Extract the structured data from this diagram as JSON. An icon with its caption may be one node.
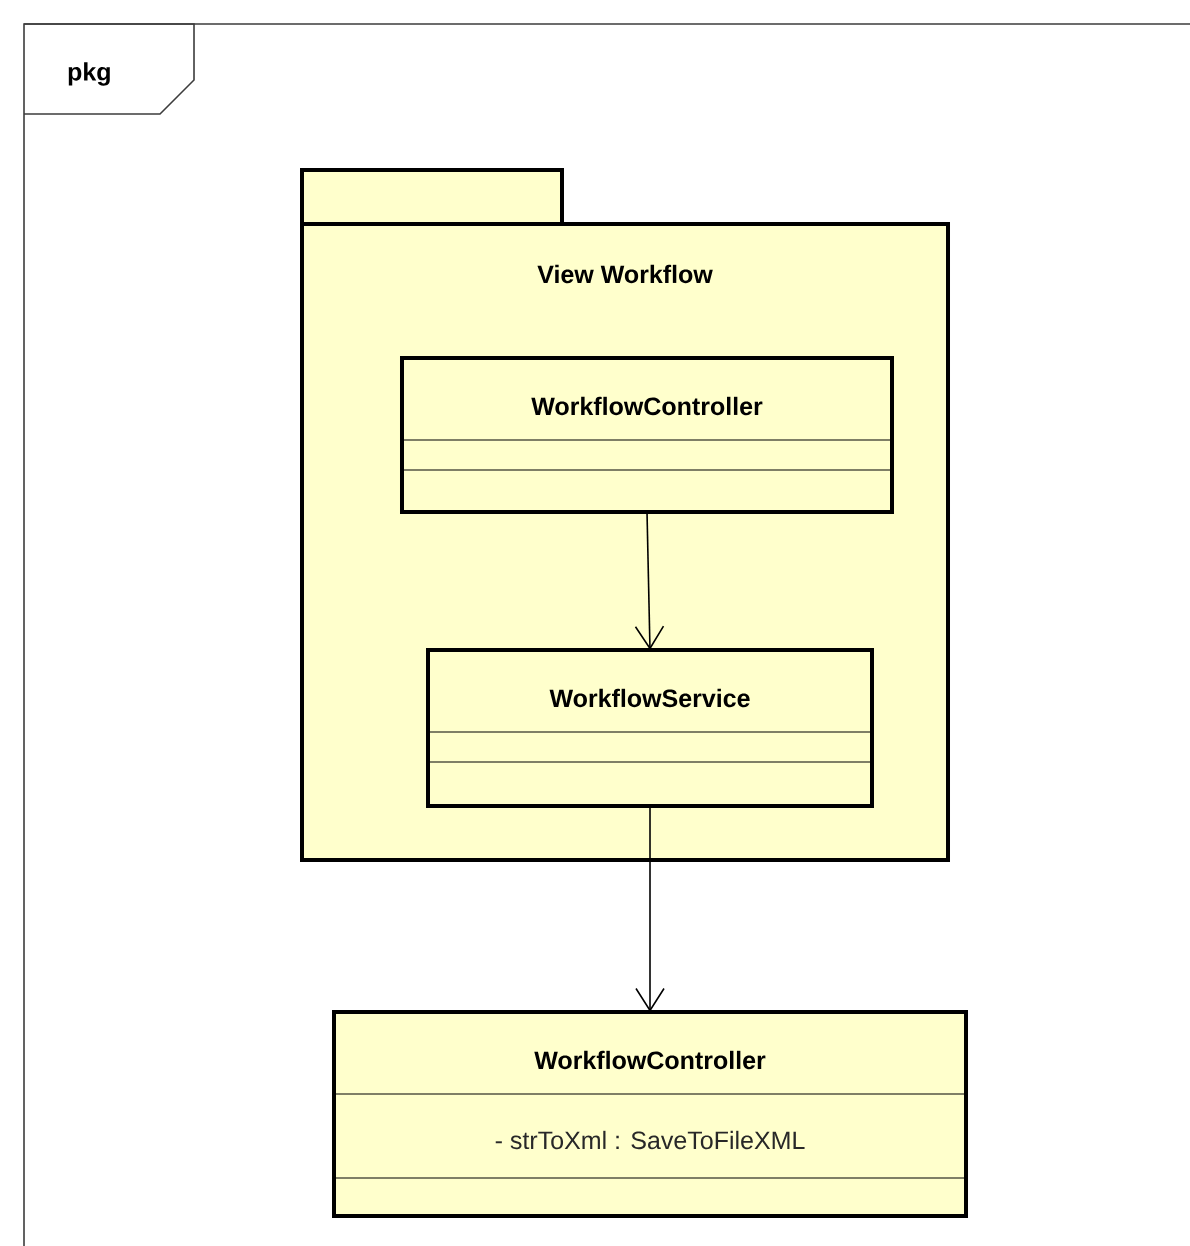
{
  "diagram": {
    "nodes": [
      {
        "text": [
          "pkg"
        ]
      },
      {
        "text": [
          "View Workflow"
        ],
        "in": 0
      },
      {
        "text": [
          "WorkflowController"
        ],
        "in": 1
      },
      {
        "text": [
          "WorkflowService"
        ],
        "in": 1
      },
      {
        "text": [
          "WorkflowController",
          "- strToXml : SaveToFileXML"
        ],
        "in": 0
      }
    ],
    "edges": [
      {
        "from": 2,
        "to": 3,
        "arrow": "to"
      },
      {
        "from": 3,
        "to": 4,
        "arrow": "to"
      }
    ]
  }
}
